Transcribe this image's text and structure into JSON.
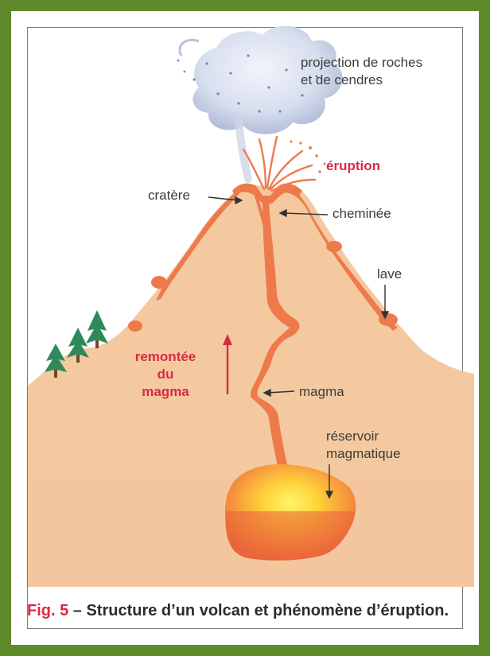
{
  "labels": {
    "projection_line1": "projection de roches",
    "projection_line2": "et de cendres",
    "eruption": "éruption",
    "cratere": "cratère",
    "cheminee": "cheminée",
    "lave": "lave",
    "remontee_line1": "remontée",
    "remontee_line2": "du",
    "remontee_line3": "magma",
    "magma": "magma",
    "reservoir_line1": "réservoir",
    "reservoir_line2": "magmatique"
  },
  "caption": {
    "fig_label": "Fig. 5",
    "text": " – Structure d’un volcan et phénomène d’éruption."
  },
  "colors": {
    "frame": "#5e8a2a",
    "ground": "#f4c9a0",
    "lava": "#ee7a4c",
    "accent_red": "#d82a45",
    "cloud": "#cdd6e8"
  }
}
